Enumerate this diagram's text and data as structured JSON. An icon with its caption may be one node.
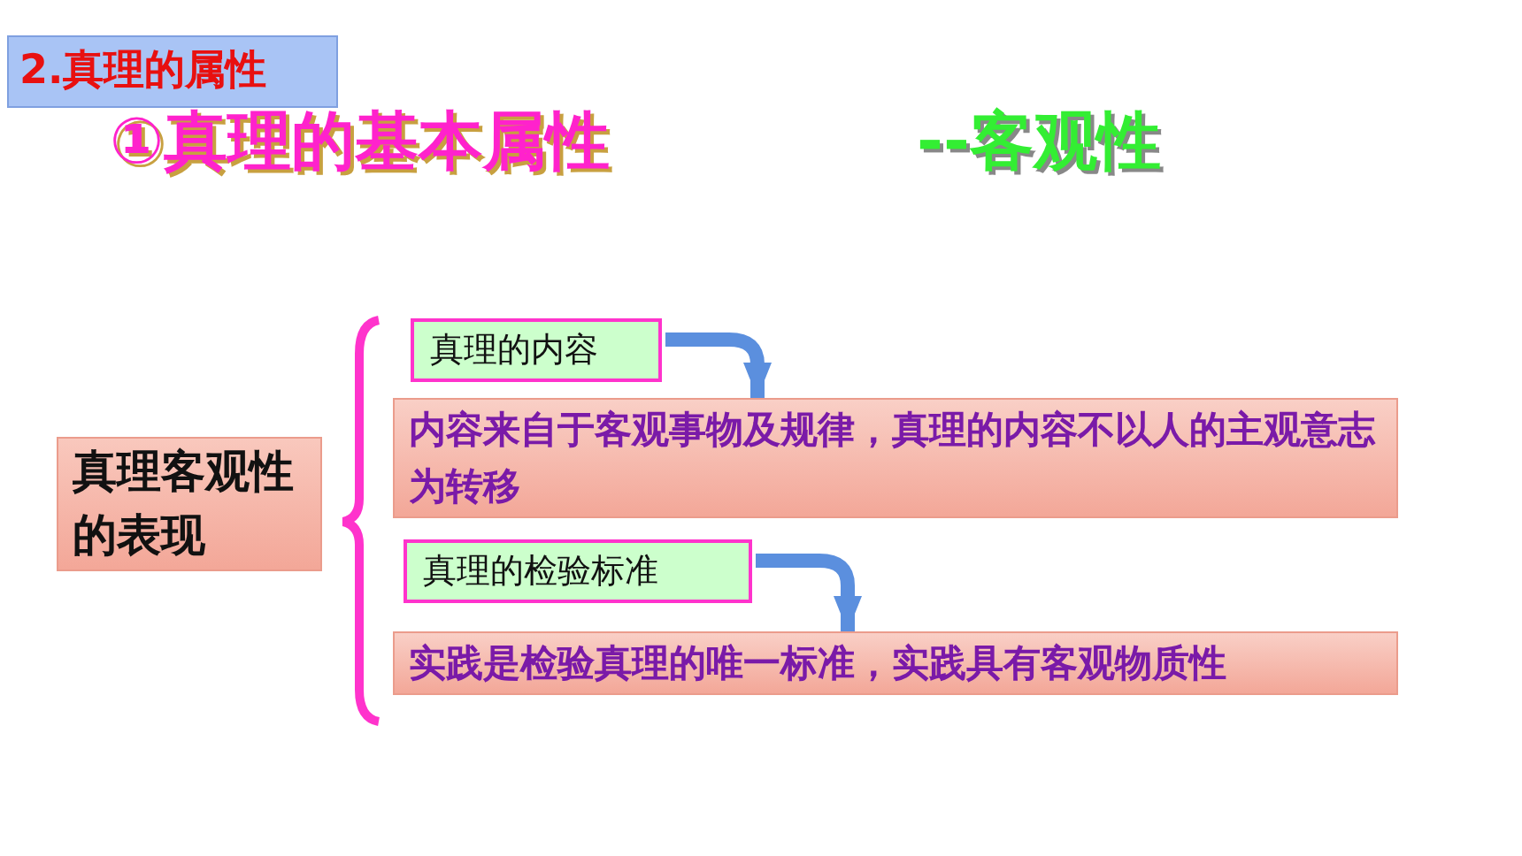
{
  "diagram": {
    "title": "2.真理的属性",
    "nodes": [
      {
        "text": [
          "真理客观性的表现"
        ]
      },
      {
        "text": [
          "真理的内容"
        ]
      },
      {
        "text": [
          "内容来自于客观事物及规律，真理的内容不以人的主观意志为转移"
        ]
      },
      {
        "text": [
          "真理的检验标准"
        ]
      },
      {
        "text": [
          "实践是检验真理的唯一标准，实践具有客观物质性"
        ]
      }
    ],
    "edges": [
      {
        "from": 1,
        "to": 2,
        "arrow": "to"
      },
      {
        "from": 3,
        "to": 4,
        "arrow": "to"
      }
    ],
    "labels": [
      "①真理的基本属性",
      "--客观性"
    ]
  }
}
